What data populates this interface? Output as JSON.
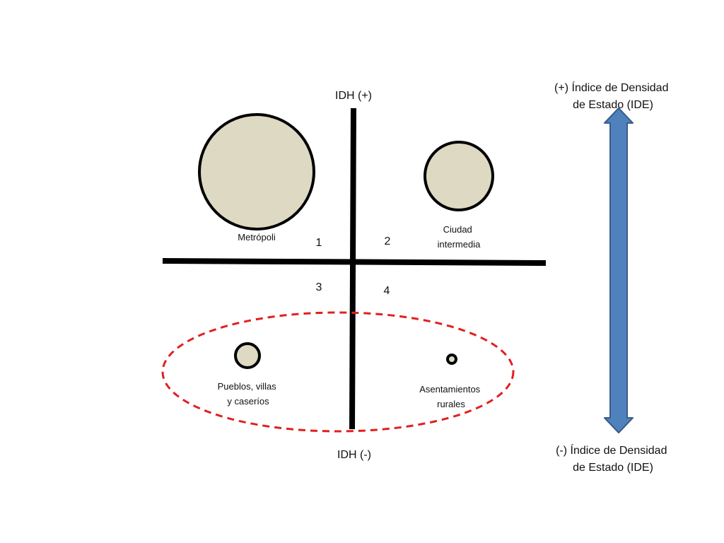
{
  "axis": {
    "top_label": "IDH (+)",
    "bottom_label": "IDH (-)"
  },
  "quadrants": [
    "1",
    "2",
    "3",
    "4"
  ],
  "settlements": [
    {
      "id": "metropoli",
      "lines": [
        "Metrópoli"
      ]
    },
    {
      "id": "ciudad-intermedia",
      "lines": [
        "Ciudad",
        "intermedia"
      ]
    },
    {
      "id": "pueblos",
      "lines": [
        "Pueblos, villas",
        "y caseríos"
      ]
    },
    {
      "id": "asentamientos",
      "lines": [
        "Asentamientos",
        "rurales"
      ]
    }
  ],
  "ide": {
    "top_lines": [
      "(+) Índice de Densidad",
      "de Estado (IDE)"
    ],
    "bottom_lines": [
      "(-) Índice de Densidad",
      "de Estado (IDE)"
    ]
  },
  "colors": {
    "circle_fill": "#ddd9c3",
    "stroke": "#000000",
    "dashed_ellipse": "#e02020",
    "arrow_fill": "#4f81bd",
    "arrow_stroke": "#385d8a"
  }
}
